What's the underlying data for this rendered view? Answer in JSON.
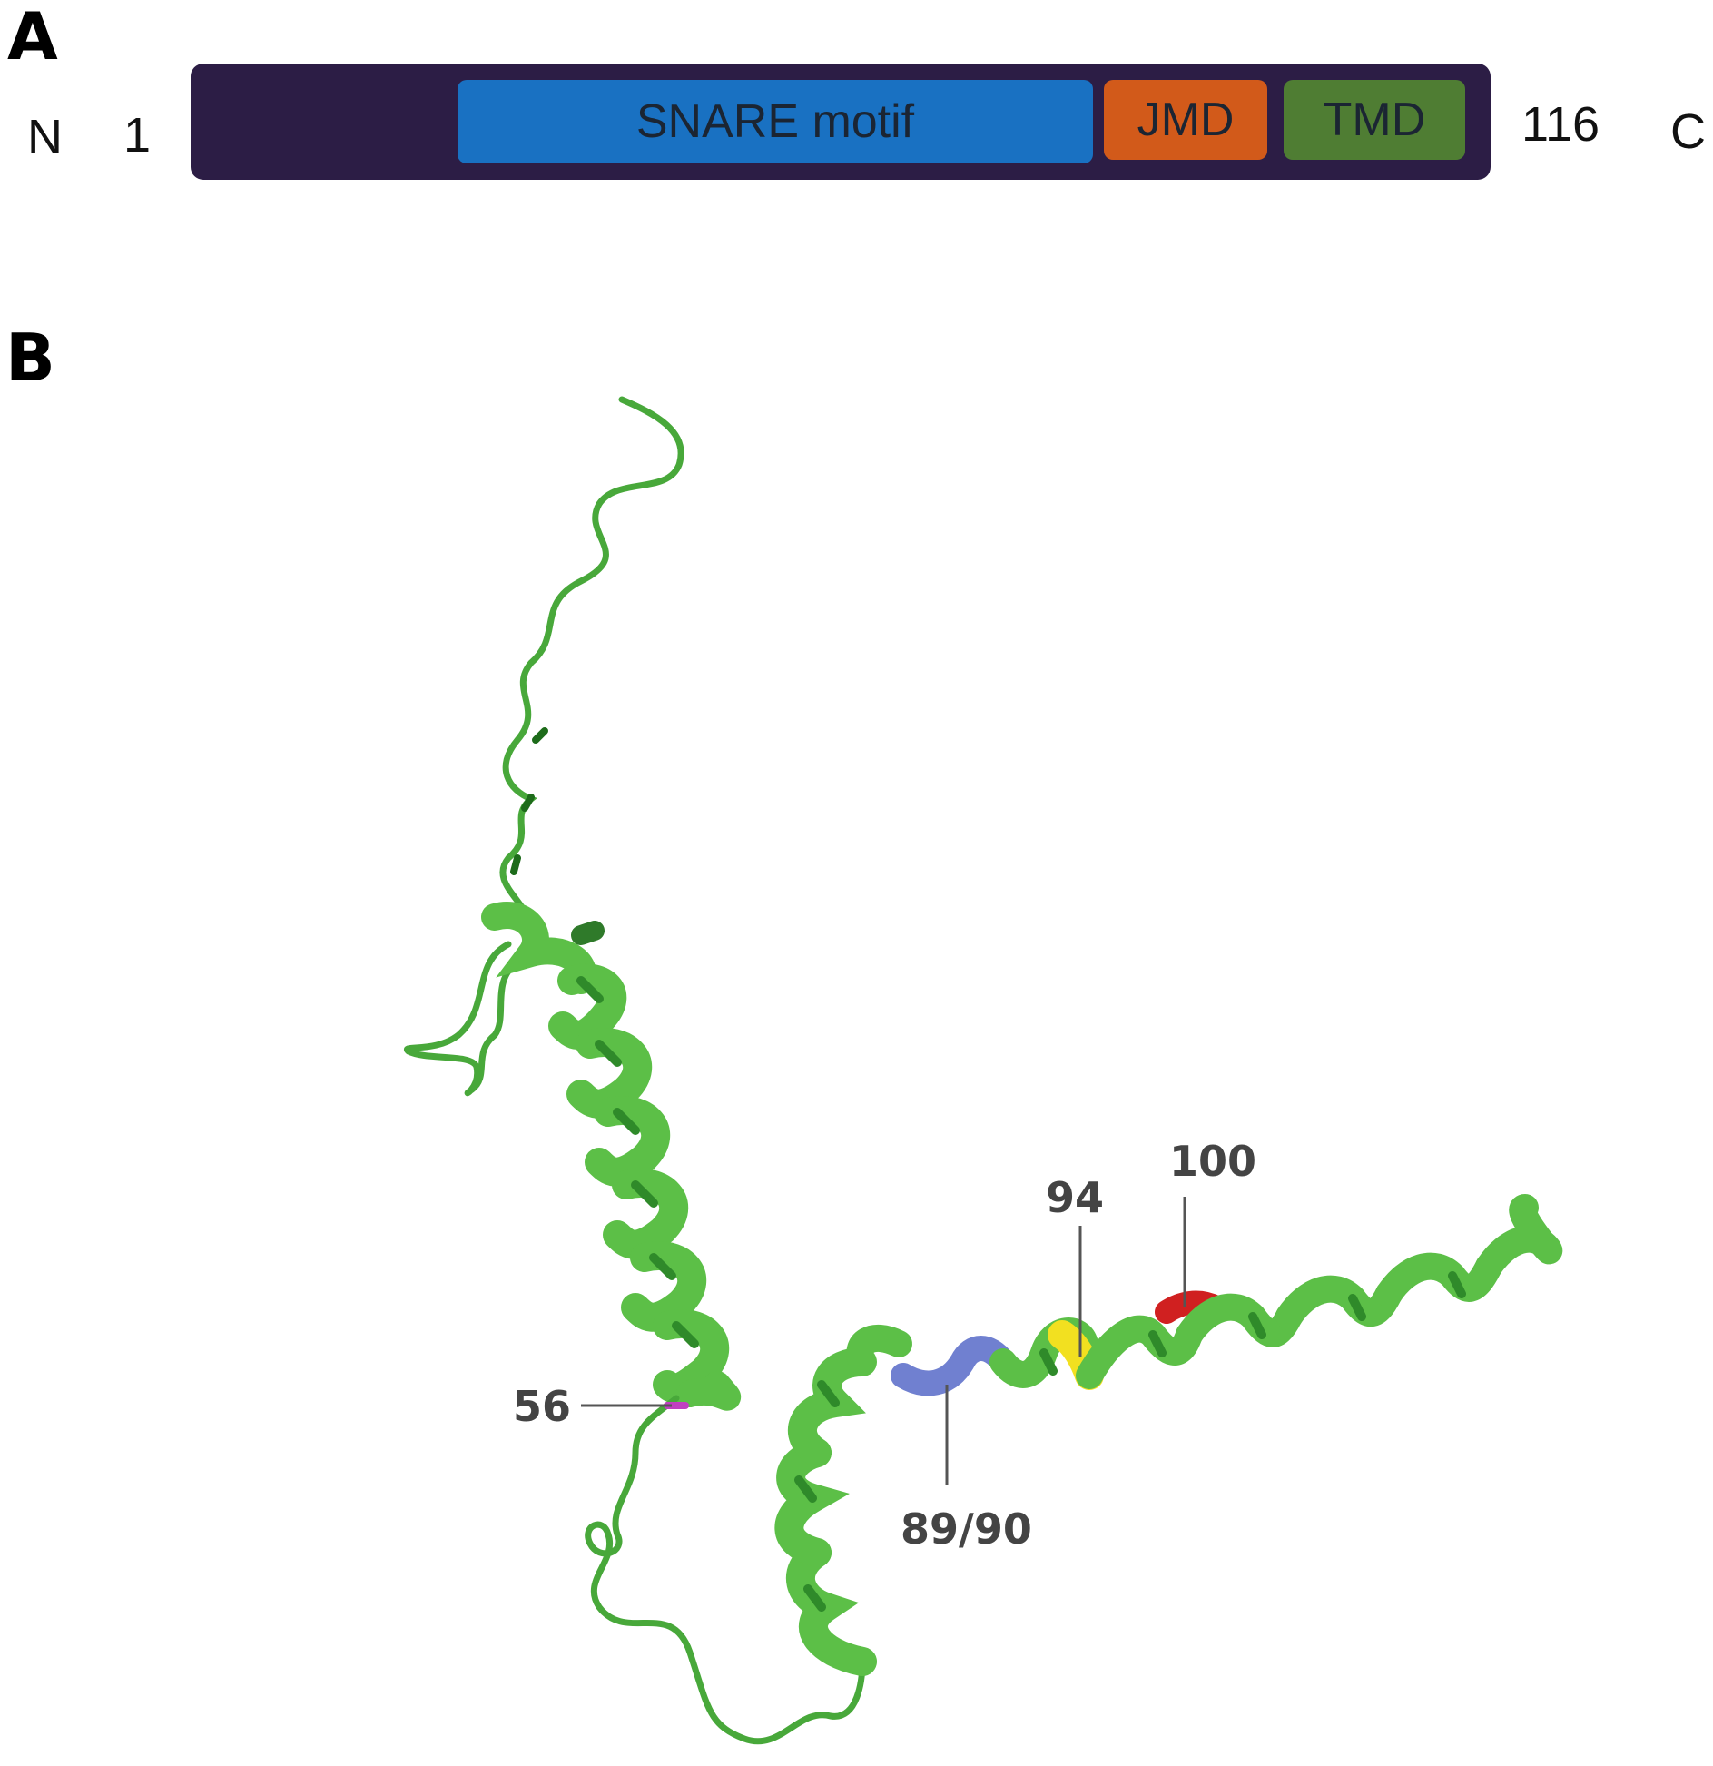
{
  "panel_a": {
    "letter": "A",
    "n_terminus": "N",
    "start_residue": "1",
    "end_residue": "116",
    "c_terminus": "C",
    "domains": [
      {
        "label": "SNARE motif",
        "color": "#1971c2"
      },
      {
        "label": "JMD",
        "color": "#d25a1a"
      },
      {
        "label": "TMD",
        "color": "#4f7d33"
      }
    ],
    "bar_color": "#2c1d45"
  },
  "panel_b": {
    "letter": "B",
    "residue_labels": [
      "56",
      "89/90",
      "94",
      "100"
    ],
    "colors": {
      "ribbon": "#5cbf47",
      "ribbon_dark": "#2f8a2a",
      "residue_56": "#c040c0",
      "residue_89_90": "#7080d0",
      "residue_94": "#f2e020",
      "residue_100": "#d02020"
    }
  }
}
